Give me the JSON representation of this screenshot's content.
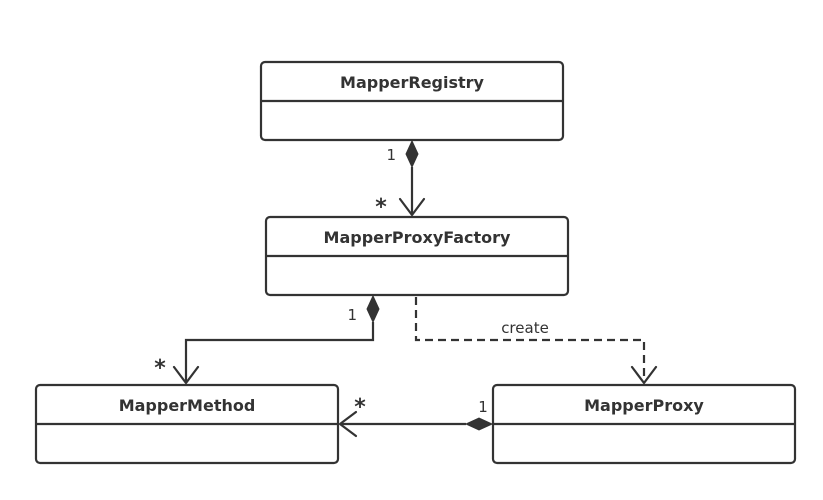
{
  "classes": {
    "mapper_registry": {
      "name": "MapperRegistry"
    },
    "mapper_proxy_factory": {
      "name": "MapperProxyFactory"
    },
    "mapper_method": {
      "name": "MapperMethod"
    },
    "mapper_proxy": {
      "name": "MapperProxy"
    }
  },
  "relations": {
    "registry_to_factory": {
      "type": "composition",
      "source_multiplicity": "1",
      "target_multiplicity": "*"
    },
    "factory_to_method": {
      "type": "composition",
      "source_multiplicity": "1",
      "target_multiplicity": "*"
    },
    "factory_to_proxy": {
      "type": "dependency",
      "label": "create"
    },
    "proxy_to_method": {
      "type": "composition",
      "source_multiplicity": "1",
      "target_multiplicity": "*"
    }
  }
}
